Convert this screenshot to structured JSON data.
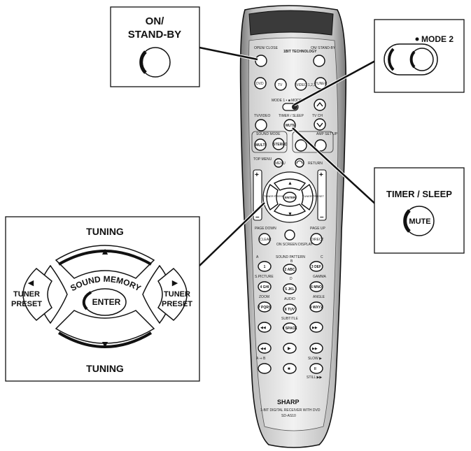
{
  "callouts": {
    "on_standby": {
      "line1": "ON/",
      "line2": "STAND-BY"
    },
    "mode2": {
      "label": "MODE 2"
    },
    "timer_sleep": {
      "title": "TIMER / SLEEP",
      "button": "MUTE"
    },
    "tuning_pad": {
      "top": "TUNING",
      "bottom": "TUNING",
      "center": "SOUND MEMORY",
      "enter": "ENTER",
      "left": [
        "TUNER",
        "PRESET"
      ],
      "right": [
        "TUNER",
        "PRESET"
      ]
    }
  },
  "remote": {
    "brand": "SHARP",
    "model_line1": "1-BIT DIGITAL RECEIVER WITH DVD",
    "model_line2": "SD-AS10",
    "logo": "1BIT TECHNOLOGY",
    "labels": {
      "open_close": "OPEN/ CLOSE",
      "on_standby": "ON/ STAND-BY",
      "dvd": "DVD",
      "tv": "TV",
      "video": "VIDEO 1,2,3",
      "tuner": "TUNER",
      "tv_ch": "TV CH",
      "mode": "MODE 1 • ■ MODE 2",
      "tv_video": "TV/VIDEO",
      "timer_sleep": "TIMER / SLEEP",
      "mute": "MUTE",
      "sound_mode": "SOUND MODE",
      "amp_setup": "AMP SET UP",
      "multi": "MULTI",
      "stereo": "STEREO",
      "top_menu": "TOP MENU",
      "menu": "MENU",
      "return": "RETURN",
      "sound_memory": "SOUND MEMORY",
      "enter": "ENTER",
      "tuner_preset": "TUNER PRESET",
      "page_down": "PAGE DOWN",
      "page_up": "PAGE UP",
      "on_screen": "ON SCREEN DISPLAY",
      "clear": "CLEAR",
      "direct": "DIRECT",
      "sound_pattern": "SOUND PATTERN",
      "s_picture": "S.PICTURE",
      "gamma": "GAMMA",
      "zoom": "ZOOM",
      "audio": "AUDIO",
      "angle": "ANGLE",
      "subtitle": "SUBTITLE",
      "a_b": "A ⇒ B",
      "slow": "SLOW ▶",
      "still": "STILL ▶▶"
    },
    "keypad": [
      "1",
      "2 ABC",
      "3 DEF",
      "4 GHI",
      "5 JKL",
      "6 MNO",
      "7 PQRS",
      "8 TUV",
      "9 WXYZ",
      "0 SPACE"
    ],
    "pattern_letters": [
      "A",
      "B",
      "C",
      "D"
    ]
  },
  "icons": {
    "up": "▲",
    "down": "▼",
    "left": "◀",
    "right": "▶",
    "rew": "◀◀",
    "ff": "▶▶",
    "play": "▶",
    "prev": "◀◀",
    "next": "▶▶",
    "stop": "■",
    "pause": "II"
  }
}
